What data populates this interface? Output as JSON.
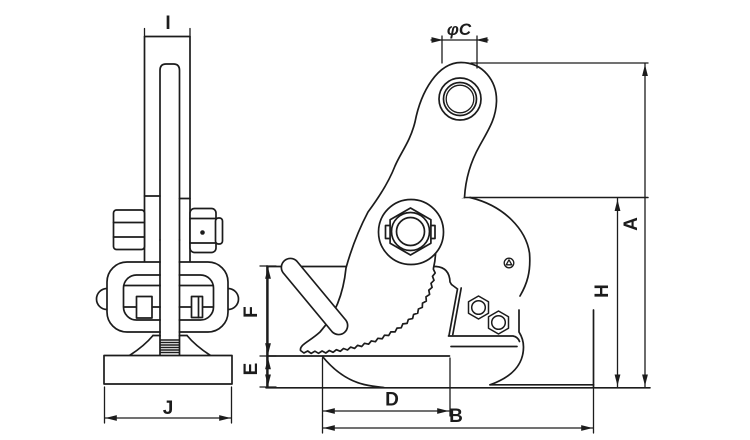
{
  "drawing": {
    "background": "#ffffff",
    "line_color": "#1c1c1c",
    "labels": {
      "top_width": "I",
      "base_width": "J",
      "hole_diameter": "φC",
      "overall_height": "A",
      "body_height": "H",
      "opening_height": "F",
      "plate_height": "E",
      "jaw_depth": "D",
      "body_length": "B"
    }
  }
}
